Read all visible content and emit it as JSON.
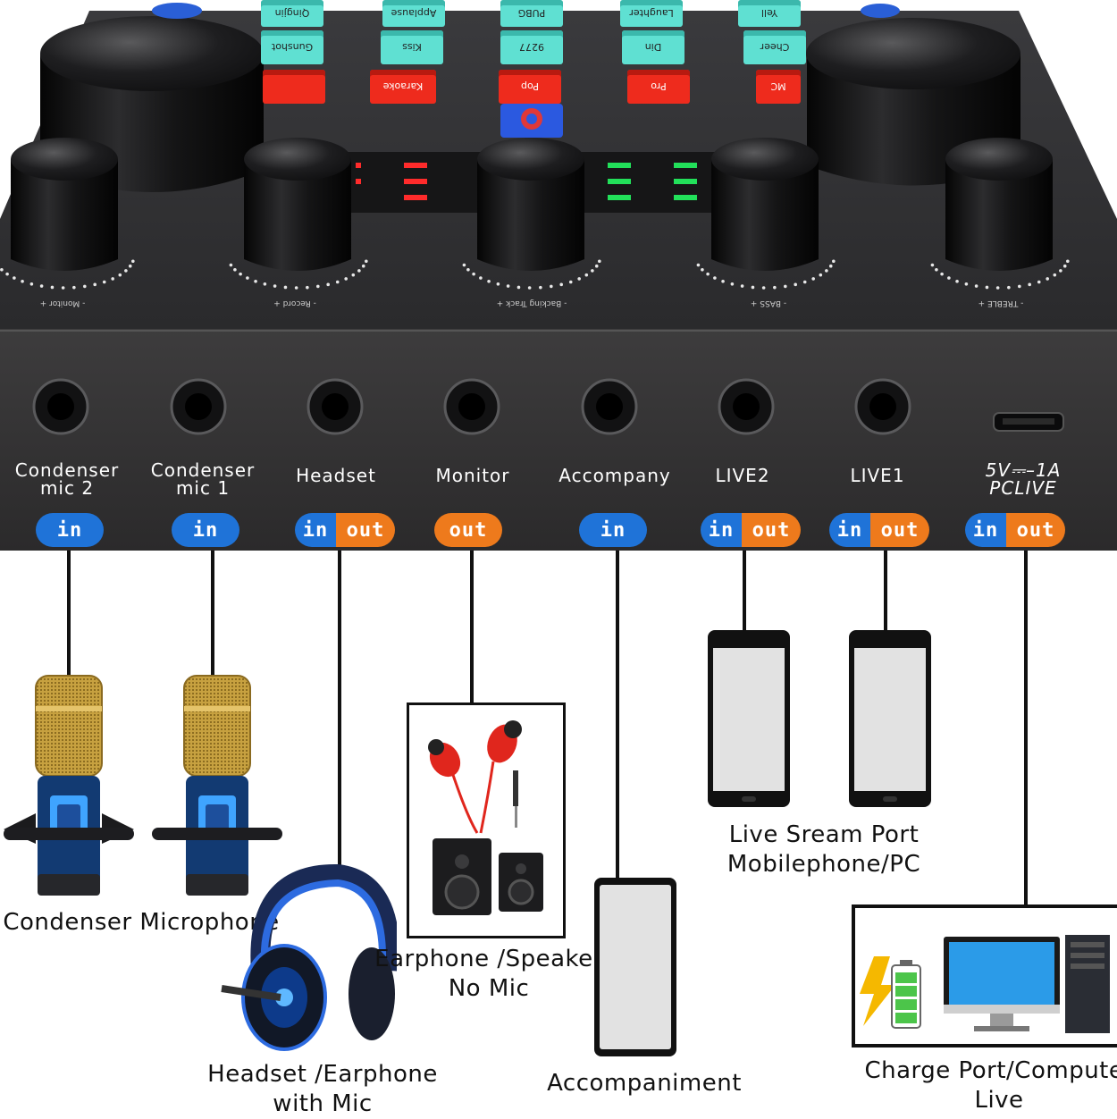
{
  "device": {
    "top_buttons_row1": [
      "Qingjin",
      "Applause",
      "PUBG",
      "Laughter",
      "Yell"
    ],
    "top_buttons_row2": [
      "Gunshot",
      "Kiss",
      "9277",
      "Din",
      "Cheer"
    ],
    "top_buttons_row3": [
      "",
      "Karaoke",
      "Pop",
      "Pro",
      "MC"
    ],
    "knob_labels": [
      "- Monitor +",
      "- Record +",
      "- Backing Track +",
      "- BASS +",
      "- TREBLE +"
    ],
    "ports": [
      {
        "label": "Condenser\nmic 2",
        "pill": [
          "in"
        ]
      },
      {
        "label": "Condenser\nmic 1",
        "pill": [
          "in"
        ]
      },
      {
        "label": "Headset",
        "pill": [
          "in",
          "out"
        ]
      },
      {
        "label": "Monitor",
        "pill": [
          "out"
        ]
      },
      {
        "label": "Accompany",
        "pill": [
          "in"
        ]
      },
      {
        "label": "LIVE2",
        "pill": [
          "in",
          "out"
        ]
      },
      {
        "label": "LIVE1",
        "pill": [
          "in",
          "out"
        ]
      },
      {
        "label": "5V⎓–1A\nPCLIVE",
        "pill": [
          "in",
          "out"
        ]
      }
    ],
    "port_labels": {
      "mic2_a": "Condenser",
      "mic2_b": "mic 2",
      "mic1_a": "Condenser",
      "mic1_b": "mic 1",
      "headset": "Headset",
      "monitor": "Monitor",
      "accompany": "Accompany",
      "live2": "LIVE2",
      "live1": "LIVE1",
      "power_a": "5V⎓–1A",
      "power_b": "PCLIVE"
    },
    "pill_in": "in",
    "pill_out": "out"
  },
  "captions": {
    "condenser_microphone": "Condenser Microphone",
    "earphone_line1": "Earphone /Speaker",
    "earphone_line2": "No Mic",
    "headset_line1": "Headset /Earphone",
    "headset_line2": "with Mic",
    "accompaniment": "Accompaniment",
    "live_line1": "Live Sream Port",
    "live_line2": "Mobilephone/PC",
    "charge_line1": "Charge Port/Computer",
    "charge_line2": "Live"
  },
  "colors": {
    "in_blue": "#1f73d8",
    "out_orange": "#ee7a1c",
    "device_body": "#2b2b2d",
    "button_teal": "#5fe0d2",
    "button_red": "#ee2b1d"
  }
}
